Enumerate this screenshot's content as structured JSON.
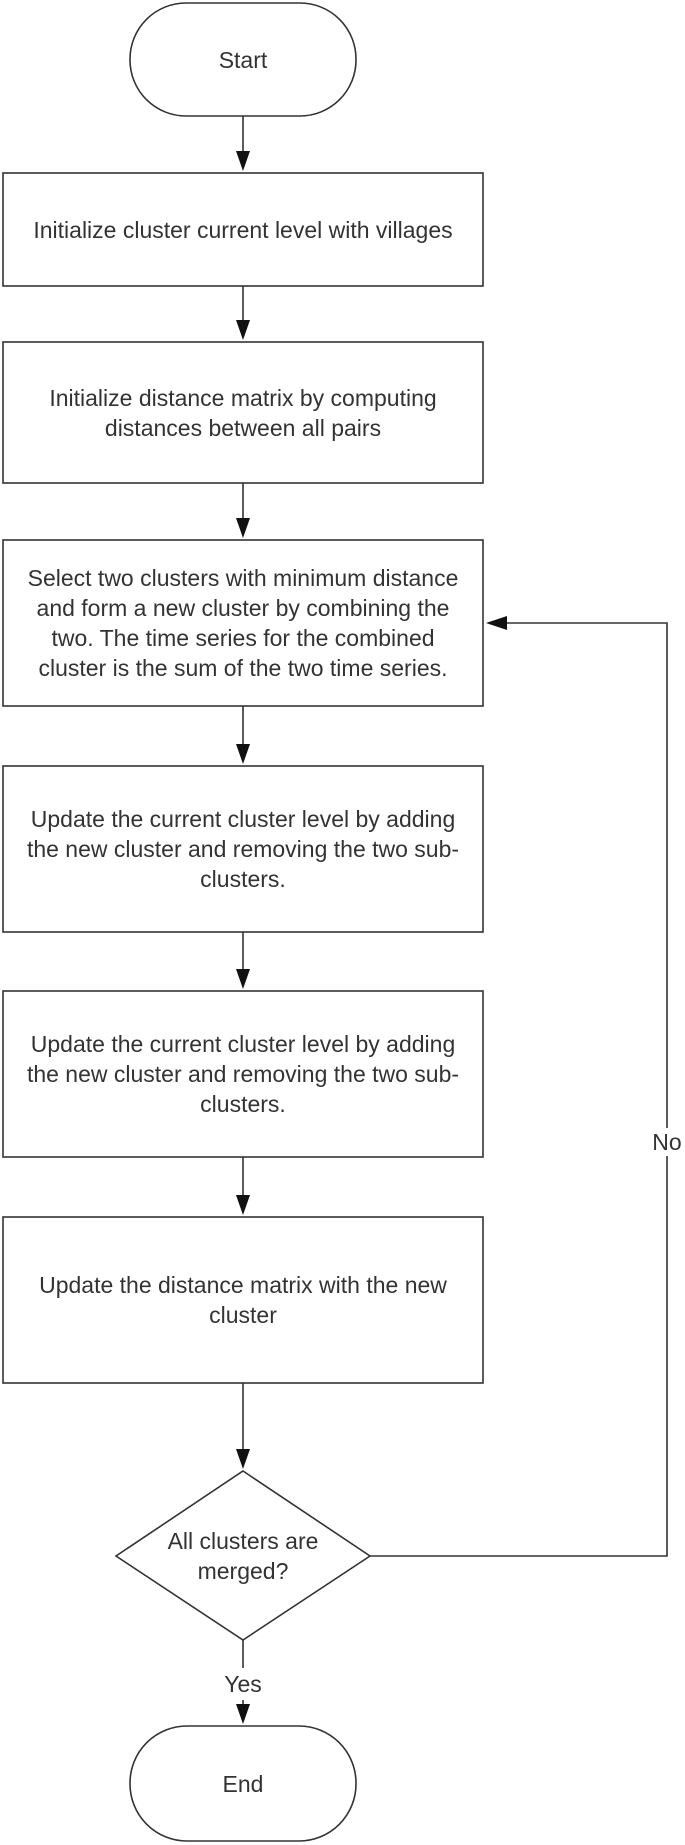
{
  "flowchart": {
    "nodes": {
      "start": {
        "shape": "terminator",
        "label": "Start"
      },
      "init_level": {
        "shape": "process",
        "label": "Initialize cluster current level with villages"
      },
      "init_matrix": {
        "shape": "process",
        "label": "Initialize distance matrix by computing distances between all pairs"
      },
      "select_merge": {
        "shape": "process",
        "label": "Select two clusters with minimum distance and form a new cluster by combining the two. The time series for the combined cluster is the sum of the two time series."
      },
      "update_level_1": {
        "shape": "process",
        "label": "Update the current cluster level by adding the new cluster and removing the two sub-clusters."
      },
      "update_level_2": {
        "shape": "process",
        "label": "Update the current cluster level by adding the new cluster and removing the two sub-clusters."
      },
      "update_matrix": {
        "shape": "process",
        "label": "Update the distance matrix with the new cluster"
      },
      "decision": {
        "shape": "decision",
        "label": "All clusters are merged?"
      },
      "end": {
        "shape": "terminator",
        "label": "End"
      }
    },
    "edges": {
      "no": {
        "from": "decision",
        "to": "select_merge",
        "label": "No"
      },
      "yes": {
        "from": "decision",
        "to": "end",
        "label": "Yes"
      }
    }
  }
}
